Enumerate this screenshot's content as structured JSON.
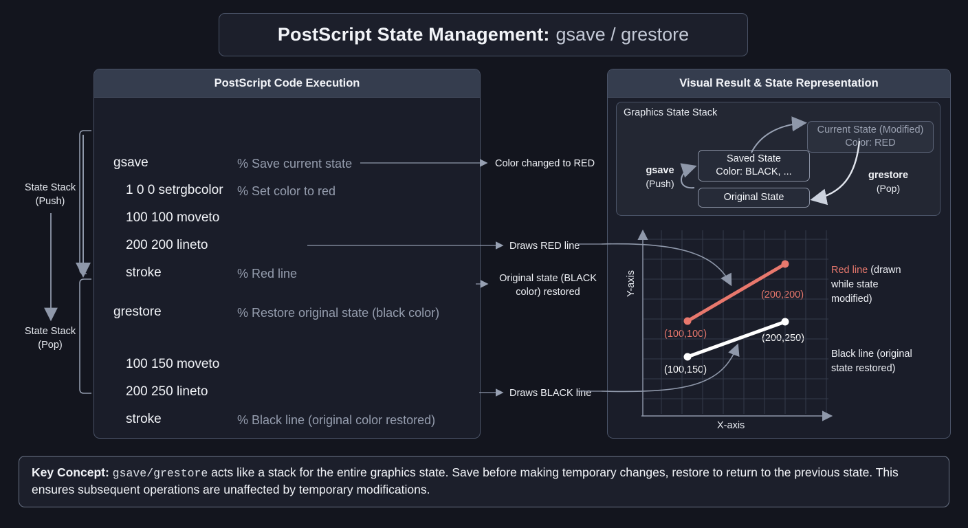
{
  "title": {
    "strong": "PostScript State Management:",
    "mono": "gsave / grestore"
  },
  "panels": {
    "code": {
      "header": "PostScript Code Execution"
    },
    "visual": {
      "header": "Visual Result & State Representation"
    }
  },
  "code_lines": [
    {
      "op": "gsave",
      "comment": "% Save current state"
    },
    {
      "op": "1  0 0  setrgbcolor",
      "comment": "% Set color to red"
    },
    {
      "op": "100  100 moveto",
      "comment": ""
    },
    {
      "op": "200 200 lineto",
      "comment": ""
    },
    {
      "op": "stroke",
      "comment": "% Red line"
    },
    {
      "op": "grestore",
      "comment": "% Restore original state (black color)"
    },
    {
      "op": "100 150 moveto",
      "comment": ""
    },
    {
      "op": "200 250 lineto",
      "comment": ""
    },
    {
      "op": "stroke",
      "comment": "% Black line (original color restored)"
    }
  ],
  "stack_labels": {
    "push": "State Stack\n(Push)",
    "push_line1": "State Stack",
    "push_line2": "(Push)",
    "pop_line1": "State Stack",
    "pop_line2": "(Pop)"
  },
  "annotations": {
    "color_red": "Color changed to RED",
    "draws_red": "Draws RED line",
    "restored_line1": "Original state (BLACK",
    "restored_line2": "color) restored",
    "draws_black": "Draws BLACK line"
  },
  "graphics_stack": {
    "title": "Graphics State Stack",
    "nodes": [
      {
        "line1": "Current State (Modified)",
        "line2": "Color: RED"
      },
      {
        "line1": "Saved State",
        "line2": "Color: BLACK, ..."
      },
      {
        "line1": "Original State",
        "line2": ""
      }
    ],
    "gsave_label": "gsave",
    "gsave_sub": "(Push)",
    "grestore_label": "grestore",
    "grestore_sub": "(Pop)"
  },
  "chart_data": {
    "type": "line",
    "title": "",
    "xlabel": "X-axis",
    "ylabel": "Y-axis",
    "xlim": [
      0,
      300
    ],
    "ylim": [
      0,
      300
    ],
    "grid": true,
    "legend_position": "right",
    "series": [
      {
        "name": "Red line",
        "color": "#e8786d",
        "points": [
          {
            "x": 100,
            "y": 100,
            "label": "(100,100)"
          },
          {
            "x": 200,
            "y": 200,
            "label": "(200,200)"
          }
        ],
        "legend_strong": "Red line",
        "legend_rest": " (drawn while state modified)"
      },
      {
        "name": "Black line",
        "color": "#ffffff",
        "points": [
          {
            "x": 100,
            "y": 150,
            "label": "(100,150)"
          },
          {
            "x": 200,
            "y": 250,
            "label": "(200,250)"
          }
        ],
        "legend_strong": "",
        "legend_rest": "Black line (original state restored)"
      }
    ]
  },
  "legend": {
    "red_strong": "Red line",
    "red_rest_1": " (drawn",
    "red_rest_2": "while state",
    "red_rest_3": "modified)",
    "black_1": "Black line (original",
    "black_2": "state restored)"
  },
  "key_concept": {
    "label": "Key Concept:",
    "mono": "gsave/grestore",
    "rest": " acts like a stack for the entire graphics state. Save before making temporary changes, restore to return to the previous state. This ensures subsequent operations are unaffected by temporary modifications."
  },
  "colors": {
    "red": "#e8786d",
    "white": "#ffffff",
    "panel_bg": "#1a1d29",
    "page_bg": "#13151e",
    "header_bg": "#353d4e",
    "border": "#4a5367",
    "comment": "#959dae"
  }
}
